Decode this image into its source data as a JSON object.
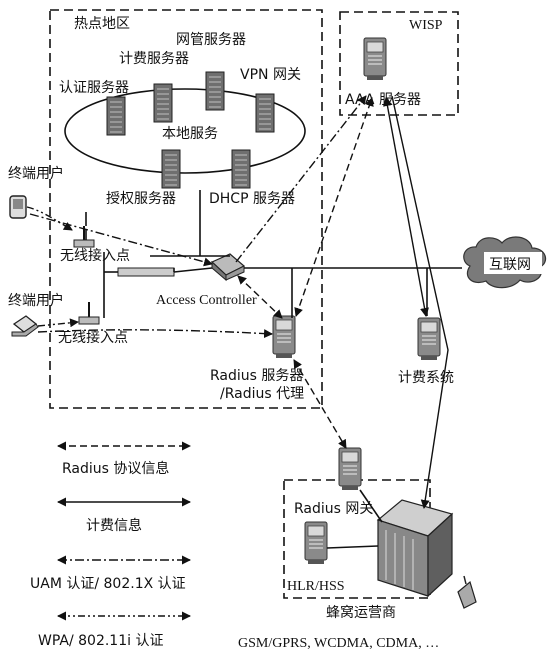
{
  "hotspot": {
    "title": "热点地区",
    "nms_server": "网管服务器",
    "billing_server": "计费服务器",
    "auth_server": "认证服务器",
    "vpn_gateway": "VPN 网关",
    "local_services": "本地服务",
    "authz_server": "授权服务器",
    "dhcp_server": "DHCP 服务器",
    "end_user_1": "终端用户",
    "end_user_2": "终端用户",
    "ap_1": "无线接入点",
    "ap_2": "无线接入点",
    "access_controller": "Access Controller",
    "radius_server_line1": "Radius 服务器",
    "radius_server_line2": "/Radius 代理"
  },
  "wisp": {
    "title": "WISP",
    "aaa_server": "AAA 服务器"
  },
  "internet": "互联网",
  "billing_system": "计费系统",
  "cellular": {
    "radius_gateway": "Radius 网关",
    "hlr": "HLR/HSS",
    "operator": "蜂窝运营商",
    "networks": "GSM/GPRS, WCDMA, CDMA, …"
  },
  "legend": {
    "radius": "Radius 协议信息",
    "billing": "计费信息",
    "uam": "UAM 认证/ 802.1X 认证",
    "wpa": "WPA/ 802.11i 认证"
  }
}
